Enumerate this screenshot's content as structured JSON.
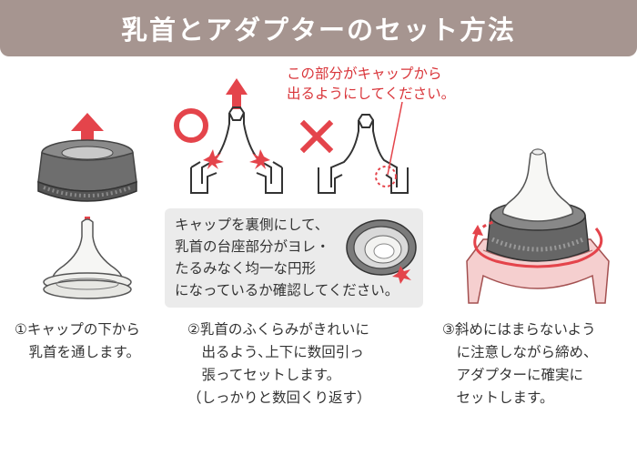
{
  "header": {
    "title": "乳首とアダプターのセット方法"
  },
  "callout": {
    "line1": "この部分がキャップから",
    "line2": "出るようにしてください。"
  },
  "marks": {
    "correct": "correct-circle-icon",
    "wrong": "wrong-cross-icon"
  },
  "check_box": {
    "line1": "キャップを裏側にして、",
    "line2": "乳首の台座部分がヨレ・",
    "line3": "たるみなく均一な円形",
    "line4": "になっているか確認してください。"
  },
  "steps": [
    {
      "line1": "①キャップの下から",
      "line2": "　乳首を通します。"
    },
    {
      "line1": "②乳首のふくらみがきれいに",
      "line2": "　出るよう､上下に数回引っ",
      "line3": "　張ってセットします。",
      "line4": "（しっかりと数回くり返す）"
    },
    {
      "line1": "③斜めにはまらないよう",
      "line2": "　に注意しながら締め、",
      "line3": "　アダプターに確実に",
      "line4": "　セットします。"
    }
  ],
  "colors": {
    "banner": "#a69590",
    "accent_red": "#d9353a",
    "cap_dark": "#555555",
    "adapter_pink": "#f0c4c4"
  }
}
